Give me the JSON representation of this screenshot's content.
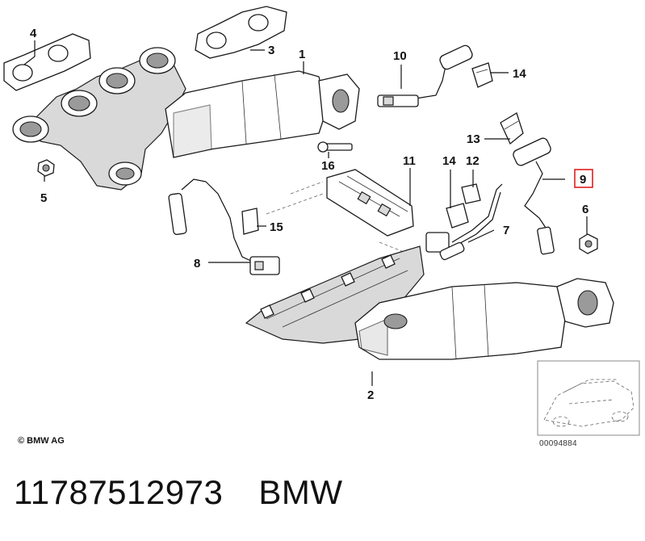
{
  "diagram": {
    "callouts": [
      {
        "id": "c1",
        "label": "1"
      },
      {
        "id": "c2",
        "label": "2"
      },
      {
        "id": "c3",
        "label": "3"
      },
      {
        "id": "c4",
        "label": "4"
      },
      {
        "id": "c5",
        "label": "5"
      },
      {
        "id": "c6",
        "label": "6"
      },
      {
        "id": "c7",
        "label": "7"
      },
      {
        "id": "c8",
        "label": "8"
      },
      {
        "id": "c9",
        "label": "9"
      },
      {
        "id": "c10",
        "label": "10"
      },
      {
        "id": "c11",
        "label": "11"
      },
      {
        "id": "c12",
        "label": "12"
      },
      {
        "id": "c13",
        "label": "13"
      },
      {
        "id": "c14a",
        "label": "14"
      },
      {
        "id": "c14b",
        "label": "14"
      },
      {
        "id": "c15",
        "label": "15"
      },
      {
        "id": "c16",
        "label": "16"
      }
    ],
    "highlighted_callout": "9",
    "highlight_color": "#e02020",
    "copyright": "© BMW AG",
    "document_number": "00094884"
  },
  "footer": {
    "part_number": "11787512973",
    "brand": "BMW"
  }
}
